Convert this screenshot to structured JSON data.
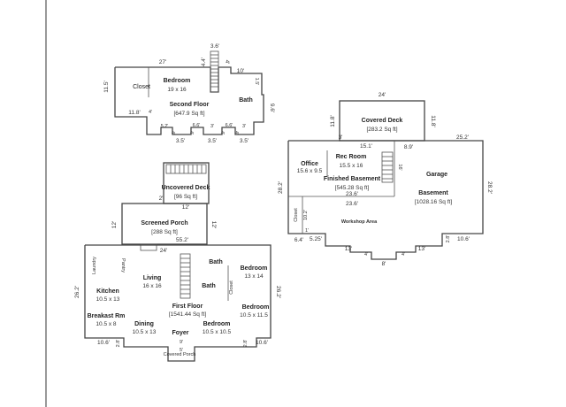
{
  "second_floor": {
    "rooms": {
      "bedroom": {
        "name": "Bedroom",
        "size": "19 x 16"
      },
      "closet": "Closet",
      "bath": "Bath",
      "level": {
        "name": "Second Floor",
        "area": "[647.9 Sq ft]"
      }
    },
    "dims": {
      "top_stub": "3.6'",
      "stair_v": "4.4'",
      "stair_v2": "4'",
      "top_width": "27'",
      "right_width": "10'",
      "bath_small": "1.5'",
      "left_height": "11.5'",
      "right_height": "9.6'",
      "bottom_left": "11.8'",
      "tick_4": "4'",
      "b1": "5.2'",
      "b2": "4'",
      "b3": "6.6'",
      "b4": "4'",
      "b5": "3'",
      "b6": "6.6'",
      "b7": "4'",
      "b8": "3'",
      "b9": "4'",
      "s1": "3.5'",
      "s2": "3.5'",
      "s3": "3.5'"
    }
  },
  "first_floor": {
    "rooms": {
      "uncovered_deck": {
        "name": "Uncovered Deck",
        "area": "[96 Sq ft]"
      },
      "screened_porch": {
        "name": "Screened Porch",
        "area": "[288 Sq ft]"
      },
      "laundry": "Laundry",
      "pantry": "Pantry",
      "kitchen": {
        "name": "Kitchen",
        "size": "10.5 x 13"
      },
      "living": {
        "name": "Living",
        "size": "16 x 16"
      },
      "bath1": "Bath",
      "bath2": "Bath",
      "closet": "Closet",
      "bedroom_top": {
        "name": "Bedroom",
        "size": "13 x 14"
      },
      "bedroom_right": {
        "name": "Bedroom",
        "size": "10.5 x 11.5"
      },
      "breakfast": {
        "name": "Breakast Rm",
        "size": "10.5 x 8"
      },
      "dining": {
        "name": "Dining",
        "size": "10.5 x 13"
      },
      "foyer": "Foyer",
      "bedroom_bottom": {
        "name": "Bedroom",
        "size": "10.5 x 10.5"
      },
      "level": {
        "name": "First Floor",
        "area": "[1541.44 Sq ft]"
      },
      "covered_porch": "Covered Porch",
      "porch_dim": "5'"
    },
    "dims": {
      "deck_side": "2'",
      "deck_dim": "12'",
      "porch_left": "12'",
      "porch_right": "12'",
      "porch_bottom": "55.2'",
      "porch_entry": "24'",
      "left_height": "26.2'",
      "right_height": "26.2'",
      "bottom_left": "10.6'",
      "bottom_right": "10.6'",
      "bottom_mid": "9'",
      "left_stub": "2.8'",
      "right_stub": "2.8'"
    }
  },
  "basement": {
    "rooms": {
      "covered_deck": {
        "name": "Covered Deck",
        "area": "[283.2 Sq ft]"
      },
      "office": {
        "name": "Office",
        "size": "15.6 x 9.5"
      },
      "rec_room": {
        "name": "Rec Room",
        "size": "15.5 x 16"
      },
      "finished": {
        "name": "Finished Basement",
        "area": "[545.28 Sq ft]"
      },
      "garage": "Garage",
      "basement": {
        "name": "Basement",
        "area": "[1028.16 Sq ft]"
      },
      "closet": "Closet",
      "workshop": "Workshop Area"
    },
    "dims": {
      "deck_top": "24'",
      "deck_left": "11.8'",
      "deck_right": "11.8'",
      "d3": "3'",
      "r15": "15.1'",
      "r89": "8.9'",
      "r252": "25.2'",
      "left_height": "28.2'",
      "right_height": "28.2'",
      "stair": "16'",
      "r236a": "23.6'",
      "r236b": "23.6'",
      "closet_h": "10.2'",
      "r64": "6.4'",
      "r525": "5.25'",
      "r1": "1'",
      "b13a": "13'",
      "b13b": "13'",
      "b4a": "4'",
      "b4b": "4'",
      "b8": "8'",
      "b106": "10.6'",
      "b28": "2.8'"
    }
  }
}
